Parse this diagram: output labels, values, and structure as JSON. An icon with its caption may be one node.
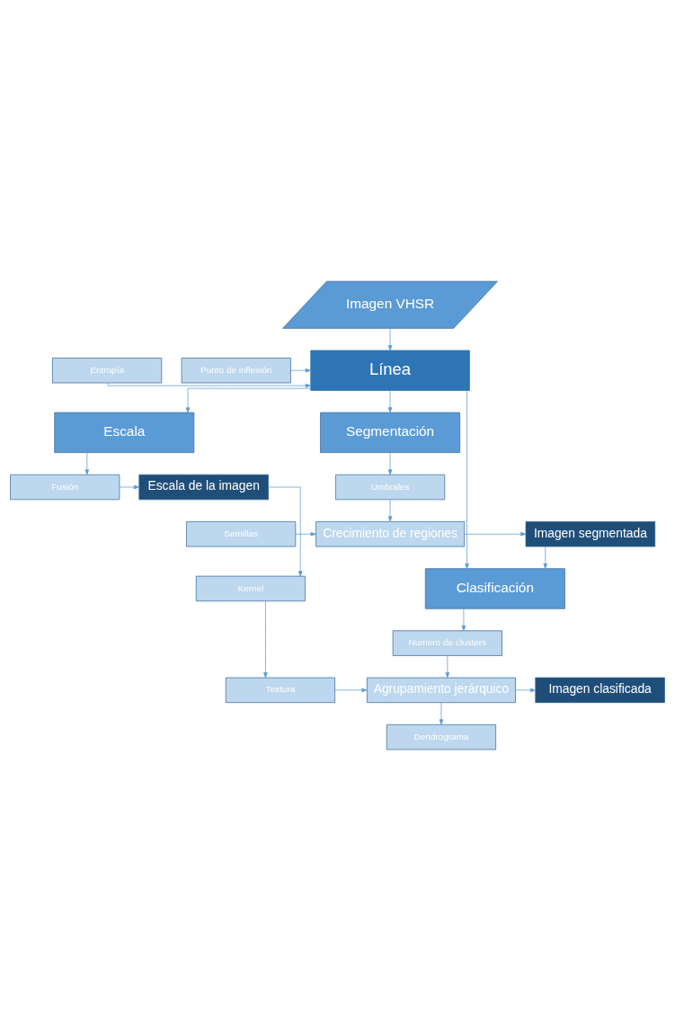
{
  "diagram": {
    "nodes": [
      {
        "text": [
          "Imagen VHSR"
        ]
      },
      {
        "text": [
          "Línea"
        ]
      },
      {
        "text": [
          "Entropía"
        ]
      },
      {
        "text": [
          "Punto de inflexión"
        ]
      },
      {
        "text": [
          "Escala"
        ]
      },
      {
        "text": [
          "Fusión"
        ]
      },
      {
        "text": [
          "Escala de la imagen"
        ]
      },
      {
        "text": [
          "Segmentación"
        ]
      },
      {
        "text": [
          "Umbrales"
        ]
      },
      {
        "text": [
          "Semillas"
        ]
      },
      {
        "text": [
          "Crecimiento de regiones"
        ]
      },
      {
        "text": [
          "Imagen segmentada"
        ]
      },
      {
        "text": [
          "Clasificación"
        ]
      },
      {
        "text": [
          "Kernel"
        ]
      },
      {
        "text": [
          "Numero de clusters"
        ]
      },
      {
        "text": [
          "Textura"
        ]
      },
      {
        "text": [
          "Agrupamiento jerárquico"
        ]
      },
      {
        "text": [
          "Imagen clasificada"
        ]
      },
      {
        "text": [
          "Dendrograma"
        ]
      }
    ],
    "edges": [
      {
        "from": 0,
        "to": 1,
        "arrow": "to"
      },
      {
        "from": 2,
        "to": 1,
        "arrow": "to"
      },
      {
        "from": 3,
        "to": 1,
        "arrow": "to"
      },
      {
        "from": 1,
        "to": 4,
        "arrow": "to"
      },
      {
        "from": 1,
        "to": 7,
        "arrow": "to"
      },
      {
        "from": 1,
        "to": 12,
        "arrow": "to"
      },
      {
        "from": 4,
        "to": 5,
        "arrow": "to"
      },
      {
        "from": 5,
        "to": 6,
        "arrow": "to"
      },
      {
        "from": 6,
        "to": 13,
        "arrow": "to"
      },
      {
        "from": 7,
        "to": 8,
        "arrow": "to"
      },
      {
        "from": 8,
        "to": 10,
        "arrow": "to"
      },
      {
        "from": 9,
        "to": 10,
        "arrow": "to"
      },
      {
        "from": 10,
        "to": 11,
        "arrow": "to"
      },
      {
        "from": 11,
        "to": 12,
        "arrow": "to"
      },
      {
        "from": 12,
        "to": 14,
        "arrow": "to"
      },
      {
        "from": 13,
        "to": 15,
        "arrow": "to"
      },
      {
        "from": 14,
        "to": 16,
        "arrow": "to"
      },
      {
        "from": 15,
        "to": 16,
        "arrow": "to"
      },
      {
        "from": 16,
        "to": 17,
        "arrow": "to"
      },
      {
        "from": 16,
        "to": 18,
        "arrow": "to"
      }
    ]
  }
}
